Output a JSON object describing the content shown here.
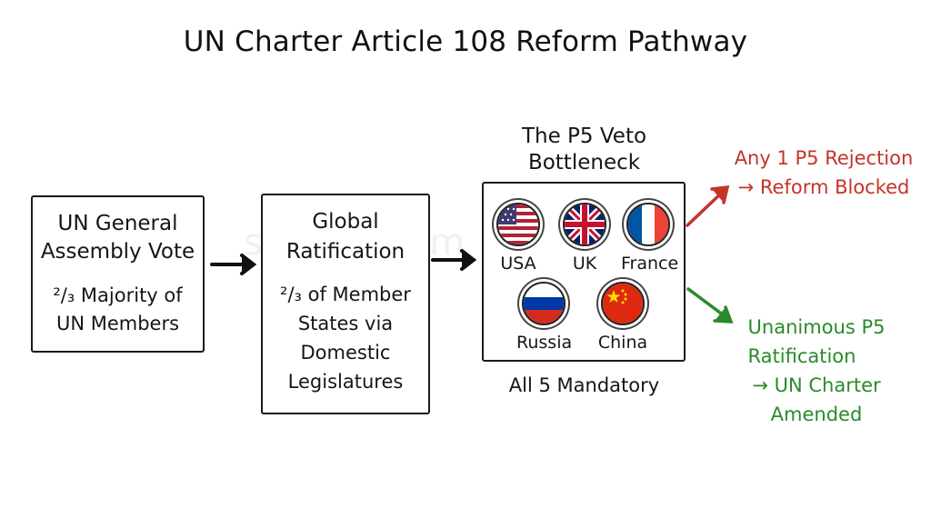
{
  "title": "UN Charter Article 108 Reform Pathway",
  "watermark": "superkalam",
  "stage1": {
    "heading": [
      "UN General",
      "Assembly Vote"
    ],
    "detail": [
      "²/₃ Majority of",
      "UN Members"
    ]
  },
  "stage2": {
    "heading": [
      "Global",
      "Ratification"
    ],
    "detail": [
      "²/₃ of Member",
      "States via",
      "Domestic",
      "Legislatures"
    ]
  },
  "stage3": {
    "label": [
      "The P5 Veto",
      "Bottleneck"
    ],
    "footer": "All 5 Mandatory",
    "members": [
      {
        "name": "USA",
        "flag_icon": "usa-flag-icon"
      },
      {
        "name": "UK",
        "flag_icon": "uk-flag-icon"
      },
      {
        "name": "France",
        "flag_icon": "france-flag-icon"
      },
      {
        "name": "Russia",
        "flag_icon": "russia-flag-icon"
      },
      {
        "name": "China",
        "flag_icon": "china-flag-icon"
      }
    ]
  },
  "outcome_reject": {
    "lines": [
      "Any 1 P5 Rejection",
      "→ Reform Blocked"
    ],
    "color": "#c3342a"
  },
  "outcome_accept": {
    "lines": [
      "Unanimous P5",
      "Ratification",
      "→ UN Charter",
      "Amended"
    ],
    "color": "#2a8a2a"
  }
}
